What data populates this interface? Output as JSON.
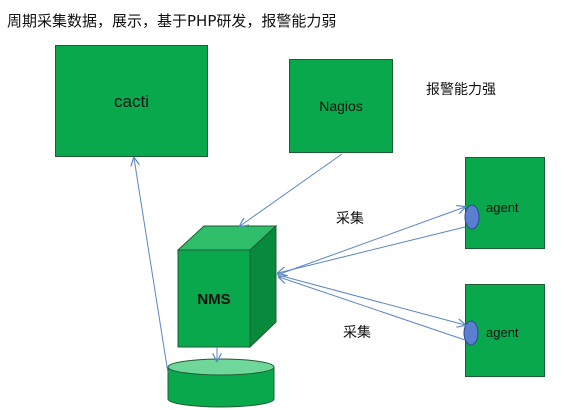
{
  "title": "周期采集数据，展示，基于PHP研发，报警能力弱",
  "nodes": {
    "cacti": "cacti",
    "nagios": "Nagios",
    "nms": "NMS",
    "agent_top": "agent",
    "agent_bottom": "agent"
  },
  "labels": {
    "nagios_note": "报警能力强",
    "collect_top": "采集",
    "collect_bottom": "采集"
  },
  "colors": {
    "box_fill": "#0aa84c",
    "box_border": "#1f5c33",
    "arrow": "#5b86c7",
    "cube_top": "#2fbe69",
    "cube_side": "#078a3c",
    "cyl_top": "#70d79a",
    "agent_dot": "#5b7fd0"
  }
}
